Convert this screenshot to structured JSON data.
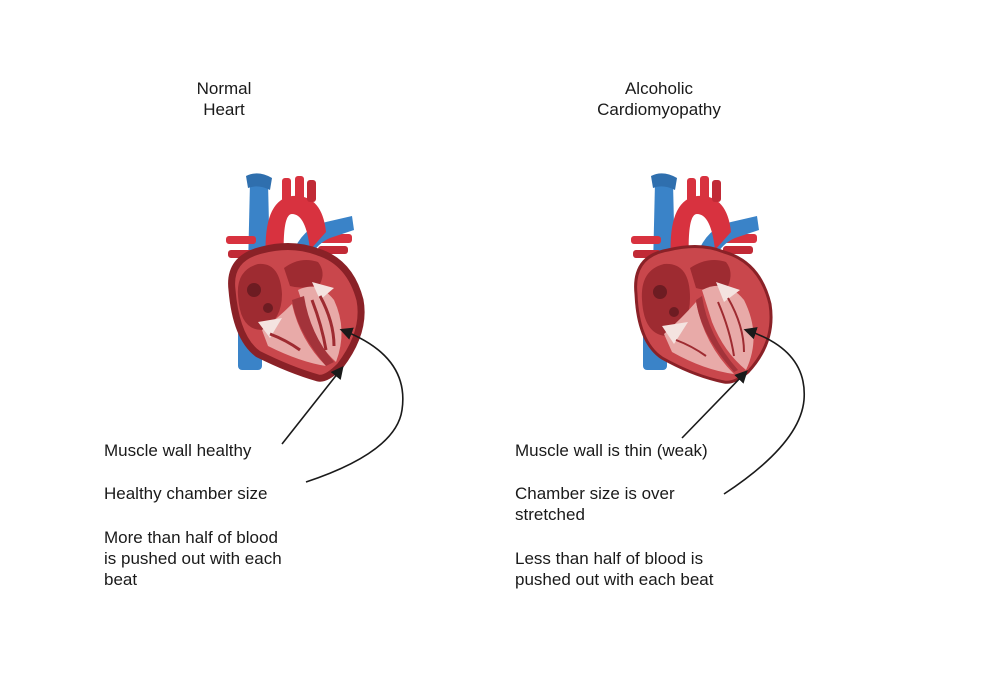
{
  "panels": [
    {
      "id": "normal",
      "title_lines": [
        "Normal",
        "Heart"
      ],
      "captions": [
        [
          "Muscle wall healthy"
        ],
        [
          "Healthy chamber size"
        ],
        [
          "More than half of blood",
          "is pushed out with each",
          "beat"
        ]
      ]
    },
    {
      "id": "acm",
      "title_lines": [
        "Alcoholic",
        "Cardiomyopathy"
      ],
      "captions": [
        [
          "Muscle wall is thin (weak)"
        ],
        [
          "Chamber size is over",
          "stretched"
        ],
        [
          "Less than half of blood is",
          "pushed out with each beat"
        ]
      ]
    }
  ],
  "colors": {
    "vein_blue": "#3a83c8",
    "artery_red": "#d8323f",
    "muscle_red": "#c9474c",
    "muscle_dark": "#9e2b31",
    "chamber_pink": "#e8aaa8",
    "valve_white": "#f4e3e0"
  }
}
